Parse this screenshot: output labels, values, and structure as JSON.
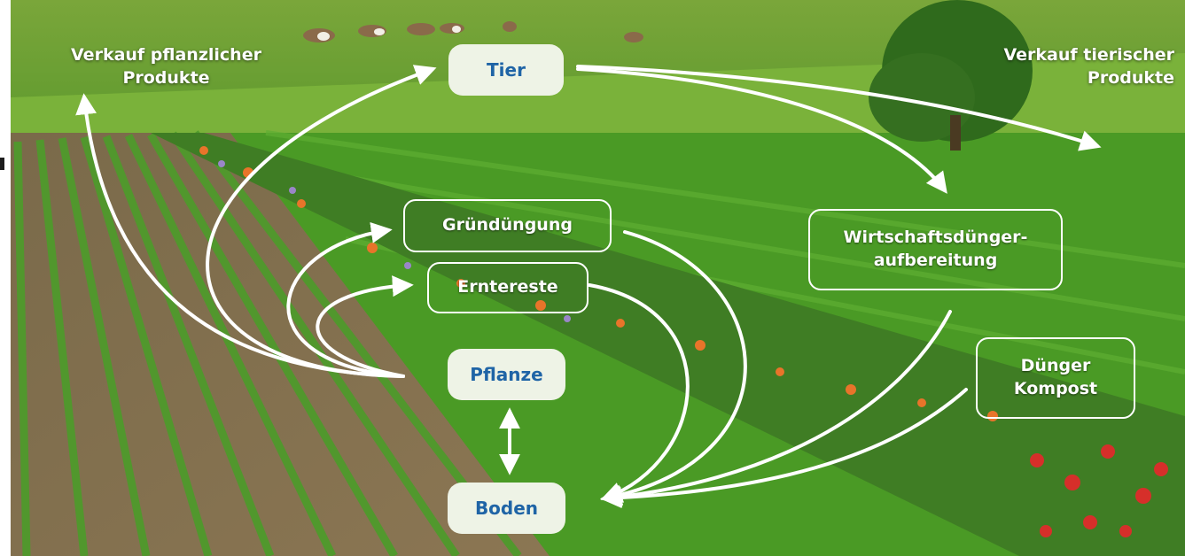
{
  "diagram": {
    "nodes": {
      "tier": "Tier",
      "pflanze": "Pflanze",
      "boden": "Boden",
      "gruenduengung": "Gründüngung",
      "erntereste": "Erntereste",
      "wirtschaftsduenger": [
        "Wirtschaftsdünger-",
        "aufbereitung"
      ],
      "duenger_kompost": [
        "Dünger",
        "Kompost"
      ]
    },
    "labels": {
      "verkauf_pflanzlich": [
        "Verkauf pflanzlicher",
        "Produkte"
      ],
      "verkauf_tierisch": [
        "Verkauf tierischer",
        "Produkte"
      ]
    },
    "edges": [
      {
        "from": "Pflanze",
        "to": "Tier"
      },
      {
        "from": "Pflanze",
        "to": "Verkauf pflanzlicher Produkte"
      },
      {
        "from": "Pflanze",
        "to": "Gründüngung"
      },
      {
        "from": "Pflanze",
        "to": "Erntereste"
      },
      {
        "from": "Pflanze",
        "to": "Boden",
        "bidirectional": true
      },
      {
        "from": "Tier",
        "to": "Verkauf tierischer Produkte"
      },
      {
        "from": "Tier",
        "to": "Wirtschaftsdünger-aufbereitung"
      },
      {
        "from": "Gründüngung",
        "to": "Boden"
      },
      {
        "from": "Erntereste",
        "to": "Boden"
      },
      {
        "from": "Wirtschaftsdünger-aufbereitung",
        "to": "Boden"
      },
      {
        "from": "Dünger Kompost",
        "to": "Boden"
      }
    ]
  },
  "colors": {
    "node_fill": "#eef3e6",
    "node_text": "#1f64a6",
    "arrow": "#ffffff"
  }
}
